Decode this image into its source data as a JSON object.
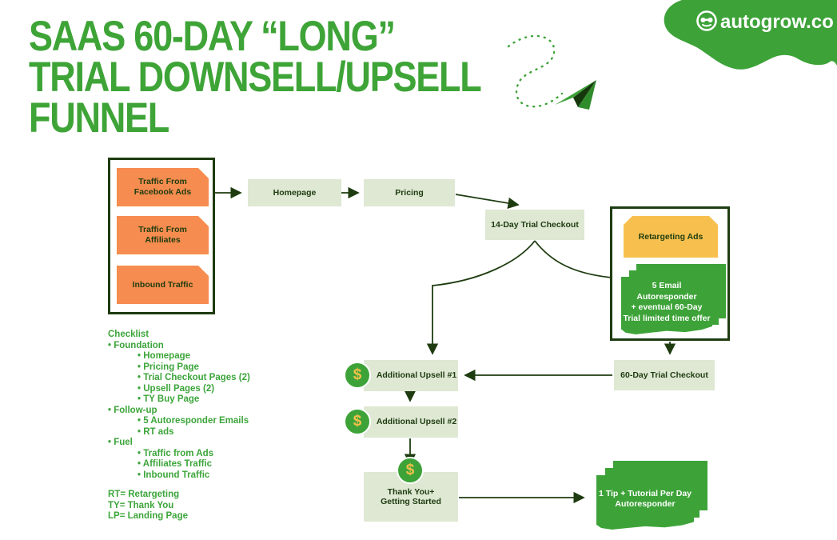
{
  "header": {
    "title_line1": "SAAS 60-DAY “LONG”",
    "title_line2": "TRIAL DOWNSELL/UPSELL",
    "title_line3": "FUNNEL",
    "logo_text": "autogrow.co"
  },
  "flow": {
    "traffic_box1": "Traffic From Facebook Ads",
    "traffic_box2": "Traffic From Affiliates",
    "traffic_box3": "Inbound Traffic",
    "homepage": "Homepage",
    "pricing": "Pricing",
    "trial14": "14-Day Trial Checkout",
    "retargeting": "Retargeting Ads",
    "autoresponder_line1": "5 Email Autoresponder",
    "autoresponder_line2": "+ eventual 60-Day",
    "autoresponder_line3": "Trial limited time offer",
    "trial60": "60-Day Trial Checkout",
    "upsell1": "Additional Upsell #1",
    "upsell2": "Additional Upsell #2",
    "thankyou_line1": "Thank You+",
    "thankyou_line2": "Getting Started",
    "tip_line1": "1 Tip + Tutorial Per Day",
    "tip_line2": "Autoresponder",
    "dollar_symbol": "$"
  },
  "checklist": {
    "title": "Checklist",
    "sections": [
      {
        "label": "Foundation",
        "items": [
          "Homepage",
          "Pricing Page",
          "Trial Checkout Pages (2)",
          "Upsell Pages (2)",
          "TY Buy Page"
        ]
      },
      {
        "label": "Follow-up",
        "items": [
          "5 Autoresponder Emails",
          "RT ads"
        ]
      },
      {
        "label": "Fuel",
        "items": [
          "Traffic from Ads",
          "Affiliates Traffic",
          "Inbound Traffic"
        ]
      }
    ],
    "legend": [
      "RT= Retargeting",
      "TY= Thank You",
      "LP= Landing Page"
    ]
  },
  "colors": {
    "brand_green": "#3da338",
    "dark_green": "#1e3c10",
    "light_green_box": "#dee8d3",
    "orange_box": "#f68c4f",
    "yellow_box": "#f7c04e",
    "dollar_yellow": "#f2c14b"
  }
}
